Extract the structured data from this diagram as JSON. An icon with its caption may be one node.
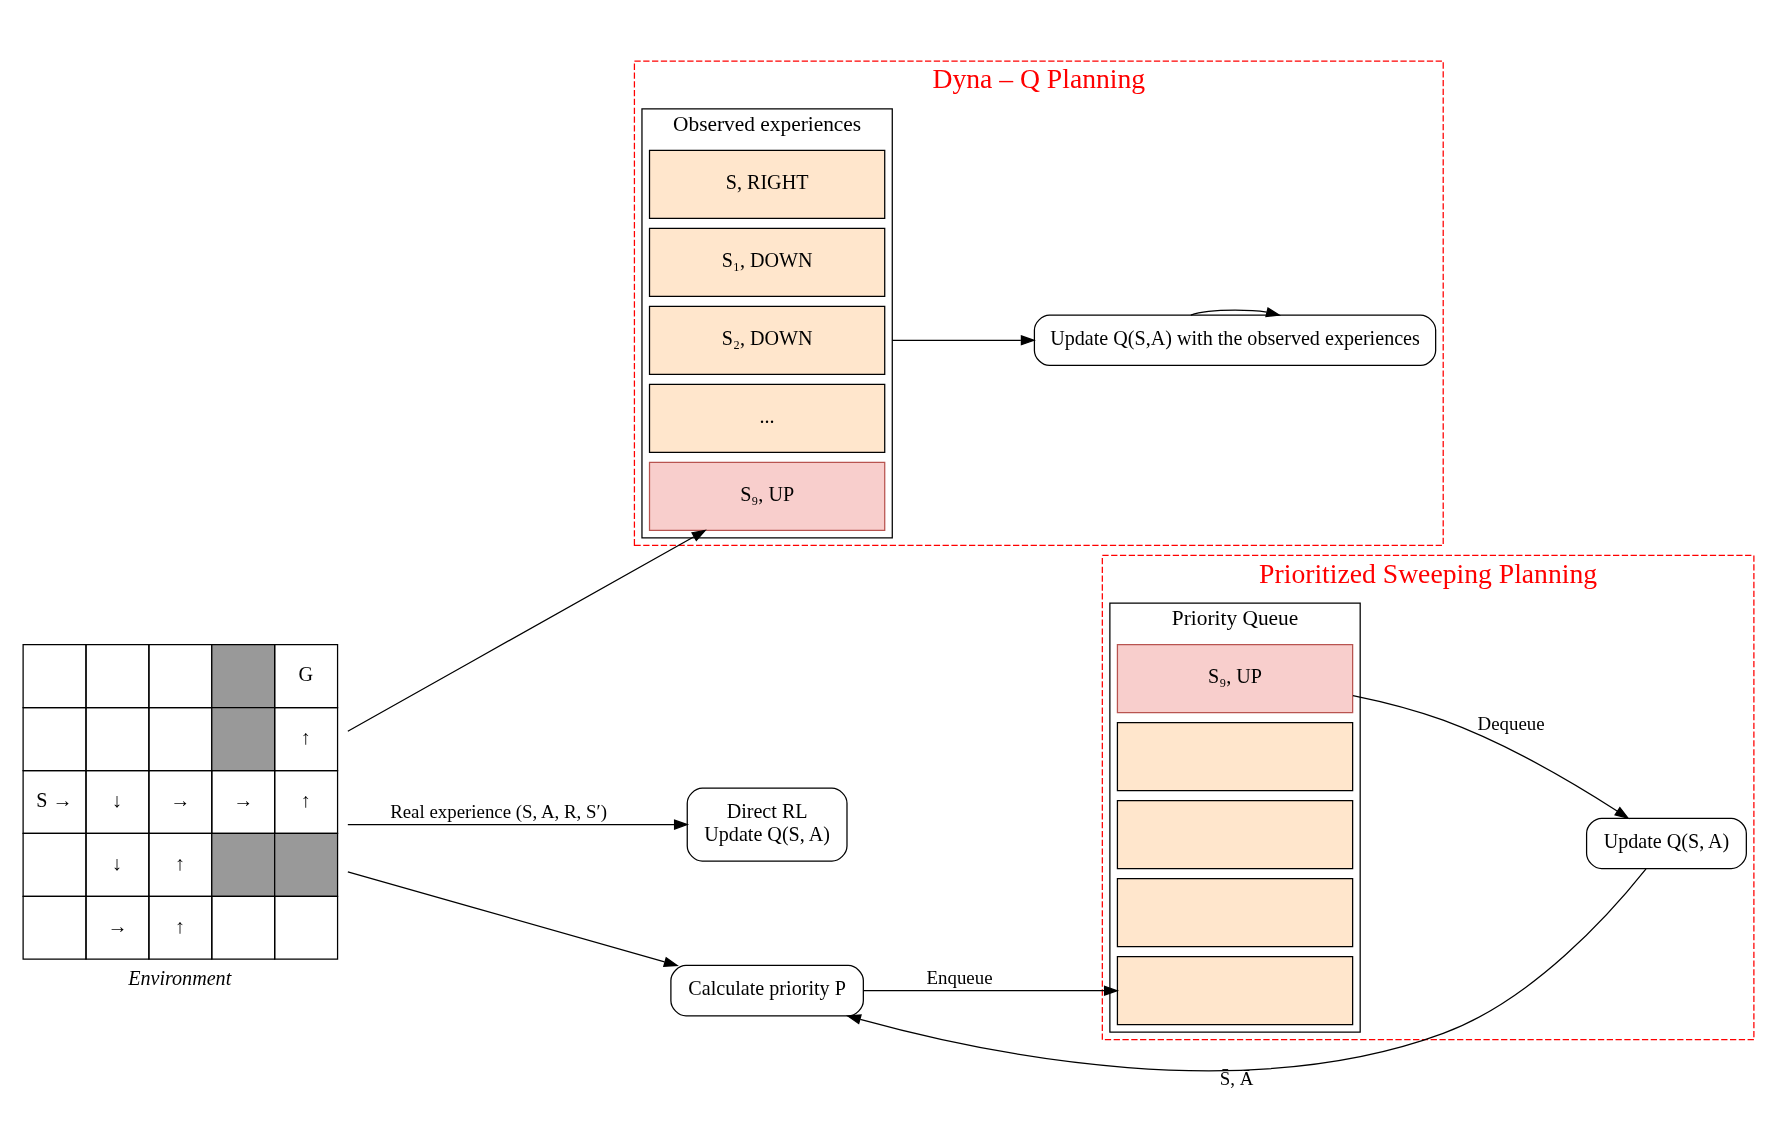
{
  "diagram": {
    "nodes": [
      {
        "text": [
          "Dyna – Q Planning"
        ]
      },
      {
        "text": [
          "Observed experiences"
        ],
        "in": 0
      },
      {
        "text": [
          "S, RIGHT"
        ],
        "in": 1
      },
      {
        "text": [
          "S₁, DOWN"
        ],
        "in": 1
      },
      {
        "text": [
          "S₂, DOWN"
        ],
        "in": 1
      },
      {
        "text": [
          "..."
        ],
        "in": 1
      },
      {
        "text": [
          "S₉, UP"
        ],
        "in": 1
      },
      {
        "text": [
          "Update Q(S,A) with the observed experiences"
        ],
        "in": 0
      },
      {
        "text": [
          "Direct RL",
          "Update Q(S, A)"
        ]
      },
      {
        "text": [
          "Environment"
        ]
      },
      {
        "text": [
          "Prioritized Sweeping Planning"
        ]
      },
      {
        "text": [
          "Priority Queue"
        ],
        "in": 10
      },
      {
        "text": [
          "S₉, UP"
        ],
        "in": 11
      },
      {
        "text": [],
        "shape": "box",
        "in": 11
      },
      {
        "text": [],
        "shape": "box",
        "in": 11
      },
      {
        "text": [],
        "shape": "box",
        "in": 11
      },
      {
        "text": [],
        "shape": "box",
        "in": 11
      },
      {
        "text": [
          "Update Q(S, A)"
        ],
        "in": 10
      },
      {
        "text": [
          "Calculate priority P"
        ]
      }
    ],
    "edges": [
      {
        "from": 9,
        "to": 8,
        "arrow": "to",
        "label": "Real experience (S, A, R, S′)"
      },
      {
        "from": 9,
        "to": 6,
        "arrow": "to"
      },
      {
        "from": 9,
        "to": 18,
        "arrow": "to"
      },
      {
        "from": 1,
        "to": 7,
        "arrow": "to"
      },
      {
        "from": 7,
        "to": 7,
        "arrow": "to"
      },
      {
        "from": 12,
        "to": 17,
        "arrow": "to",
        "label": "Dequeue"
      },
      {
        "from": 17,
        "to": 18,
        "arrow": "to",
        "label": "S̄, Ā"
      },
      {
        "from": 18,
        "to": 16,
        "arrow": "to",
        "label": "Enqueue"
      }
    ],
    "labels": [
      "G",
      "↑",
      "S",
      "→",
      "↓",
      "→",
      "→",
      "↑",
      "↓",
      "↑",
      "→",
      "↑"
    ]
  }
}
